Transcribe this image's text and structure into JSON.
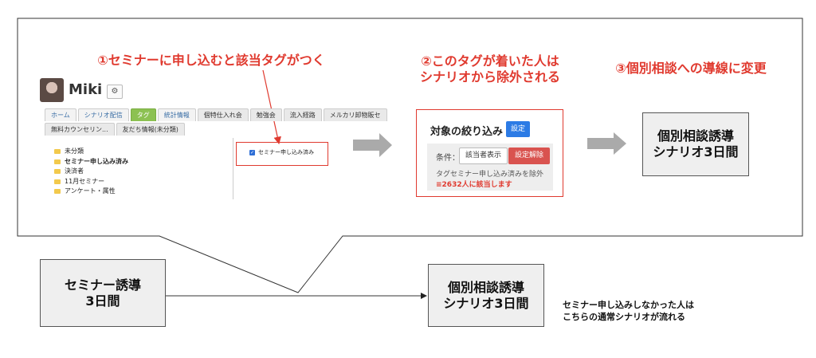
{
  "steps": {
    "step1": "①セミナーに申し込むと該当タグがつく",
    "step2_line1": "②このタグが着いた人は",
    "step2_line2": "シナリオから除外される",
    "step3": "③個別相談への導線に変更"
  },
  "screenshot": {
    "username": "Miki",
    "gear_icon": "gear-icon",
    "tabs_row1": [
      "ホーム",
      "シナリオ配信",
      "タグ",
      "統計情報",
      "個特仕入れ会",
      "勉強会",
      "流入経路",
      "メルカリ卸物販セ"
    ],
    "tabs_row2": [
      "無料カウンセリン...",
      "友だち情報(未分類)"
    ],
    "active_tab": "タグ",
    "folders": [
      {
        "label": "未分類",
        "bold": false
      },
      {
        "label": "セミナー申し込み済み",
        "bold": true
      },
      {
        "label": "決済者",
        "bold": false
      },
      {
        "label": "11月セミナー",
        "bold": false
      },
      {
        "label": "アンケート・属性",
        "bold": false
      }
    ],
    "tag_checked": "セミナー申し込み済み"
  },
  "filter_panel": {
    "title": "対象の絞り込み",
    "setting_button": "設定",
    "condition_label": "条件：",
    "show_target_button": "該当者表示",
    "clear_button": "設定解除",
    "exclusion_text": "タグセミナー申し込み済みを除外",
    "count_text": "≡2632人に該当します"
  },
  "boxes": {
    "consult_top_line1": "個別相談誘導",
    "consult_top_line2": "シナリオ3日間",
    "seminar_line1": "セミナー誘導",
    "seminar_line2": "3日間",
    "consult_bottom_line1": "個別相談誘導",
    "consult_bottom_line2": "シナリオ3日間"
  },
  "note": {
    "line1": "セミナー申し込みしなかった人は",
    "line2": "こちらの通常シナリオが流れる"
  },
  "colors": {
    "accent_red": "#e03a2f",
    "tag_green": "#8cc152",
    "button_blue": "#2c7be5",
    "button_red": "#d9534f",
    "box_fill": "#efefef",
    "arrow_gray": "#aaaaaa"
  }
}
